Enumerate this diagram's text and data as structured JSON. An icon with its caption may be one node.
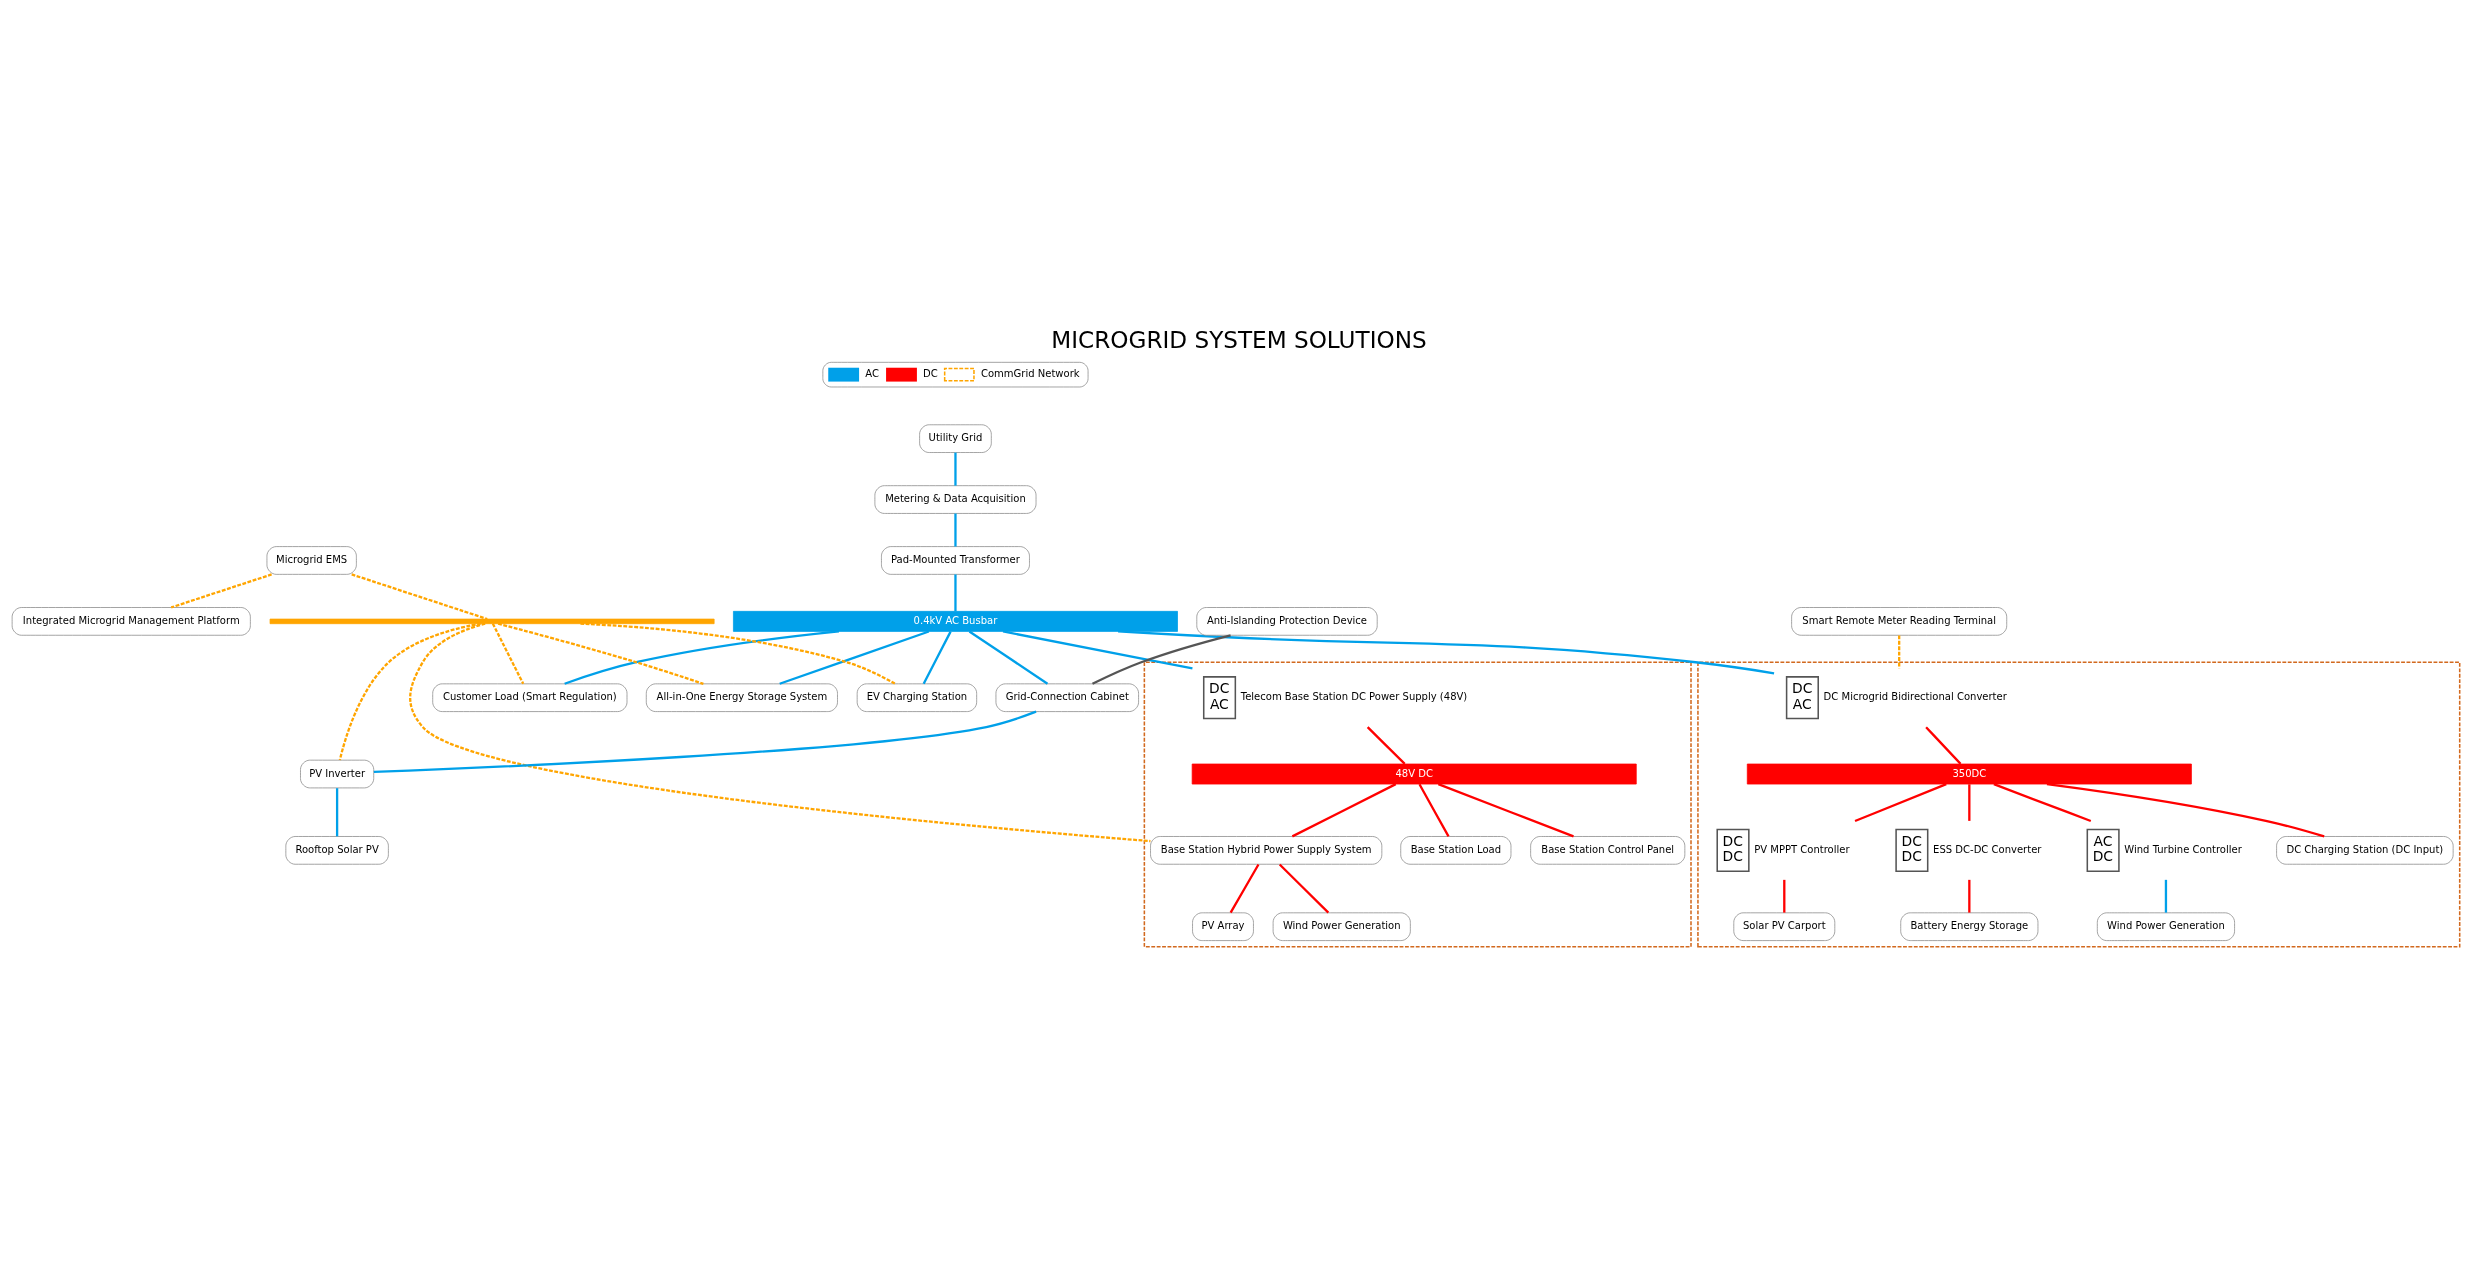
{
  "diagram": {
    "title": "MICROGRID SYSTEM SOLUTIONS",
    "nodes": [
      {
        "text": [
          "Utility Grid"
        ]
      },
      {
        "text": [
          "Metering & Data Acquisition"
        ]
      },
      {
        "text": [
          "Pad-Mounted Transformer"
        ]
      },
      {
        "text": [
          "Smart Remote Meter Reading Terminal"
        ]
      },
      {
        "text": [
          "Microgrid EMS"
        ]
      },
      {
        "text": [
          "Integrated Microgrid Management Platform"
        ]
      },
      {
        "text": [
          "0.4kV AC Busbar"
        ]
      },
      {
        "text": [],
        "shape": "bar"
      },
      {
        "text": [
          "Anti-Islanding Protection Device"
        ]
      },
      {
        "text": [
          "Grid-Connection Cabinet"
        ]
      },
      {
        "text": [
          "PV Inverter"
        ]
      },
      {
        "text": [
          "Rooftop Solar PV"
        ]
      },
      {
        "text": [
          "All-in-One Energy Storage System"
        ]
      },
      {
        "text": [
          "EV Charging Station"
        ]
      },
      {
        "text": [
          "Customer Load (Smart Regulation)"
        ]
      },
      {
        "text": [],
        "shape": "box"
      },
      {
        "text": [
          "DC",
          "AC"
        ],
        "beside": [
          "DC Microgrid Bidirectional Converter"
        ],
        "in": 15
      },
      {
        "text": [
          "350DC"
        ],
        "in": 15
      },
      {
        "text": [
          "DC",
          "DC"
        ],
        "beside": [
          "PV MPPT Controller"
        ],
        "in": 15
      },
      {
        "text": [
          "DC",
          "DC"
        ],
        "beside": [
          "ESS DC-DC Converter"
        ],
        "in": 15
      },
      {
        "text": [
          "AC",
          "DC"
        ],
        "beside": [
          "Wind Turbine Controller"
        ],
        "in": 15
      },
      {
        "text": [
          "Solar PV Carport"
        ],
        "in": 15
      },
      {
        "text": [
          "Battery Energy Storage"
        ],
        "in": 15
      },
      {
        "text": [
          "DC Charging Station (DC Input)"
        ],
        "in": 15
      },
      {
        "text": [
          "Wind Power Generation"
        ],
        "in": 15
      },
      {
        "text": [],
        "shape": "box"
      },
      {
        "text": [
          "DC",
          "AC"
        ],
        "beside": [
          "Telecom Base Station DC Power Supply (48V)"
        ],
        "in": 25
      },
      {
        "text": [
          "48V DC"
        ],
        "in": 25
      },
      {
        "text": [
          "Base Station Hybrid Power Supply System"
        ],
        "in": 25
      },
      {
        "text": [
          "Base Station Load"
        ],
        "in": 25
      },
      {
        "text": [
          "Base Station Control Panel"
        ],
        "in": 25
      },
      {
        "text": [
          "PV Array"
        ],
        "in": 25
      },
      {
        "text": [
          "Wind Power Generation"
        ],
        "in": 25
      }
    ],
    "edges": [
      {
        "from": 0,
        "to": 1,
        "arrow": "none",
        "color": "#00a0e9"
      },
      {
        "from": 1,
        "to": 2,
        "arrow": "none",
        "color": "#00a0e9"
      },
      {
        "from": 2,
        "to": 6,
        "arrow": "none",
        "color": "#00a0e9"
      },
      {
        "from": 4,
        "to": 5,
        "arrow": "none",
        "style": "dashed",
        "color": "#ffa500"
      },
      {
        "from": 4,
        "to": 7,
        "arrow": "none",
        "style": "dashed",
        "color": "#ffa500"
      },
      {
        "from": 3,
        "to": 16,
        "arrow": "none",
        "style": "dashed",
        "color": "#ffa500"
      },
      {
        "from": 8,
        "to": 9,
        "arrow": "none",
        "color": "#555555"
      },
      {
        "from": 6,
        "to": 9,
        "arrow": "none",
        "color": "#00a0e9"
      },
      {
        "from": 9,
        "to": 10,
        "arrow": "none",
        "color": "#00a0e9"
      },
      {
        "from": 10,
        "to": 11,
        "arrow": "none",
        "color": "#00a0e9"
      },
      {
        "from": 7,
        "to": 10,
        "arrow": "none",
        "style": "dashed",
        "color": "#ffa500"
      },
      {
        "from": 6,
        "to": 12,
        "arrow": "none",
        "color": "#00a0e9"
      },
      {
        "from": 7,
        "to": 12,
        "arrow": "none",
        "style": "dashed",
        "color": "#ffa500"
      },
      {
        "from": 6,
        "to": 13,
        "arrow": "none",
        "color": "#00a0e9"
      },
      {
        "from": 7,
        "to": 13,
        "arrow": "none",
        "style": "dashed",
        "color": "#ffa500"
      },
      {
        "from": 6,
        "to": 14,
        "arrow": "none",
        "color": "#00a0e9"
      },
      {
        "from": 7,
        "to": 14,
        "arrow": "none",
        "style": "dashed",
        "color": "#ffa500"
      },
      {
        "from": 6,
        "to": 16,
        "arrow": "none",
        "color": "#00a0e9"
      },
      {
        "from": 16,
        "to": 17,
        "arrow": "none",
        "color": "#ff0000"
      },
      {
        "from": 17,
        "to": 18,
        "arrow": "none",
        "color": "#ff0000"
      },
      {
        "from": 17,
        "to": 19,
        "arrow": "none",
        "color": "#ff0000"
      },
      {
        "from": 17,
        "to": 23,
        "arrow": "none",
        "color": "#ff0000"
      },
      {
        "from": 17,
        "to": 20,
        "arrow": "none",
        "color": "#ff0000"
      },
      {
        "from": 18,
        "to": 21,
        "arrow": "none",
        "color": "#ff0000"
      },
      {
        "from": 19,
        "to": 22,
        "arrow": "none",
        "color": "#ff0000"
      },
      {
        "from": 20,
        "to": 24,
        "arrow": "none",
        "color": "#00a0e9"
      },
      {
        "from": 6,
        "to": 26,
        "arrow": "none",
        "color": "#00a0e9"
      },
      {
        "from": 26,
        "to": 27,
        "arrow": "none",
        "color": "#ff0000"
      },
      {
        "from": 27,
        "to": 29,
        "arrow": "none",
        "color": "#ff0000"
      },
      {
        "from": 27,
        "to": 30,
        "arrow": "none",
        "color": "#ff0000"
      },
      {
        "from": 27,
        "to": 28,
        "arrow": "none",
        "color": "#ff0000"
      },
      {
        "from": 7,
        "to": 28,
        "arrow": "none",
        "style": "dashed",
        "color": "#ffa500"
      },
      {
        "from": 28,
        "to": 31,
        "arrow": "none",
        "color": "#ff0000"
      },
      {
        "from": 28,
        "to": 32,
        "arrow": "none",
        "color": "#ff0000"
      }
    ],
    "legend": [
      {
        "text": "AC",
        "color": "#00a0e9"
      },
      {
        "text": "DC",
        "color": "#ff0000"
      },
      {
        "text": "CommGrid Network"
      }
    ]
  }
}
